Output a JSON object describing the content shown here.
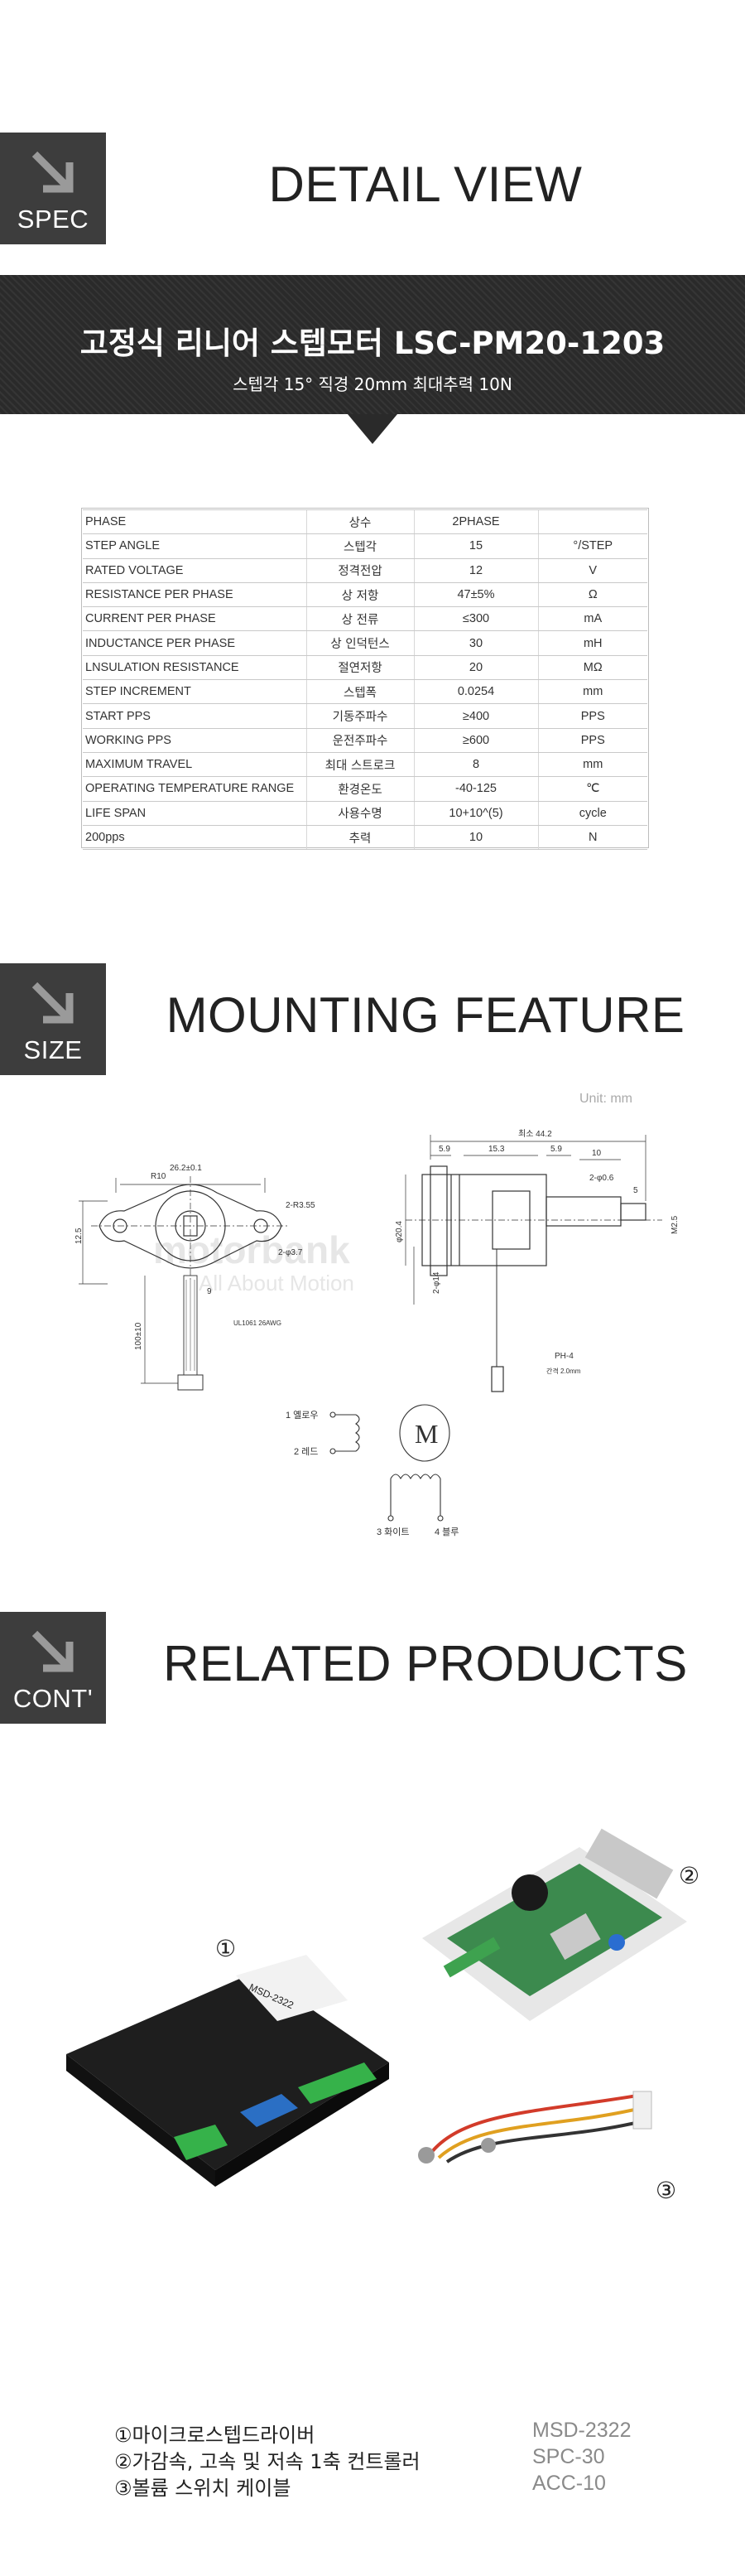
{
  "sections": {
    "spec": {
      "badge": "SPEC",
      "title": "DETAIL VIEW"
    },
    "size": {
      "badge": "SIZE",
      "title": "MOUNTING FEATURE"
    },
    "cont": {
      "badge": "CONT'",
      "title": "RELATED PRODUCTS"
    }
  },
  "product": {
    "title": "고정식 리니어 스텝모터 LSC-PM20-1203",
    "subtitle": "스텝각 15° 직경 20mm  최대추력 10N"
  },
  "spec_table": {
    "rows": [
      [
        "PHASE",
        "상수",
        "2PHASE",
        ""
      ],
      [
        "STEP ANGLE",
        "스텝각",
        "15",
        "°/STEP"
      ],
      [
        "RATED VOLTAGE",
        "정격전압",
        "12",
        "V"
      ],
      [
        "RESISTANCE PER PHASE",
        "상 저항",
        "47±5%",
        "Ω"
      ],
      [
        "CURRENT PER PHASE",
        "상 전류",
        "≤300",
        "mA"
      ],
      [
        "INDUCTANCE PER PHASE",
        "상 인덕턴스",
        "30",
        "mH"
      ],
      [
        "LNSULATION RESISTANCE",
        "절연저항",
        "20",
        "MΩ"
      ],
      [
        "STEP INCREMENT",
        "스텝폭",
        "0.0254",
        "mm"
      ],
      [
        "START PPS",
        "기동주파수",
        "≥400",
        "PPS"
      ],
      [
        "WORKING PPS",
        "운전주파수",
        "≥600",
        "PPS"
      ],
      [
        "MAXIMUM TRAVEL",
        "최대 스트로크",
        "8",
        "mm"
      ],
      [
        "OPERATING TEMPERATURE RANGE",
        "환경온도",
        "-40-125",
        "℃"
      ],
      [
        "LIFE SPAN",
        "사용수명",
        "10+10^(5)",
        "cycle"
      ],
      [
        "200pps",
        "추력",
        "10",
        "N"
      ]
    ]
  },
  "drawing": {
    "unit": "Unit: mm",
    "dims": {
      "r10": "R10",
      "width": "26.2±0.1",
      "radius": "2-R3.55",
      "hole": "2-φ3.7",
      "height": "12.5",
      "pitch": "9",
      "cable": "100±10",
      "cable_spec": "UL1061 26AWG",
      "total": "최소 44.2",
      "d1": "5.9",
      "d2": "5.9",
      "d3": "15.3",
      "d4": "10",
      "d5": "2-φ0.6",
      "d6": "5",
      "m": "M2.5",
      "dia": "φ20.4",
      "flange": "2-φ14",
      "conn": "PH-4",
      "conn_pitch": "간격 2.0mm"
    },
    "wiring": {
      "w1": "1 옐로우",
      "w2": "2 레드",
      "w3": "3 화이트",
      "w4": "4 블루",
      "motor": "M"
    },
    "watermark": {
      "brand": "motorbank",
      "tagline": "All About Motion"
    }
  },
  "related": {
    "markers": [
      "①",
      "②",
      "③"
    ],
    "driver_label": "MSD-2322",
    "items": [
      {
        "name": "①마이크로스텝드라이버",
        "code": "MSD-2322"
      },
      {
        "name": "②가감속, 고속 및 저속 1축 컨트롤러",
        "code": "SPC-30"
      },
      {
        "name": "③볼륨 스위치 케이블",
        "code": "ACC-10"
      }
    ]
  }
}
